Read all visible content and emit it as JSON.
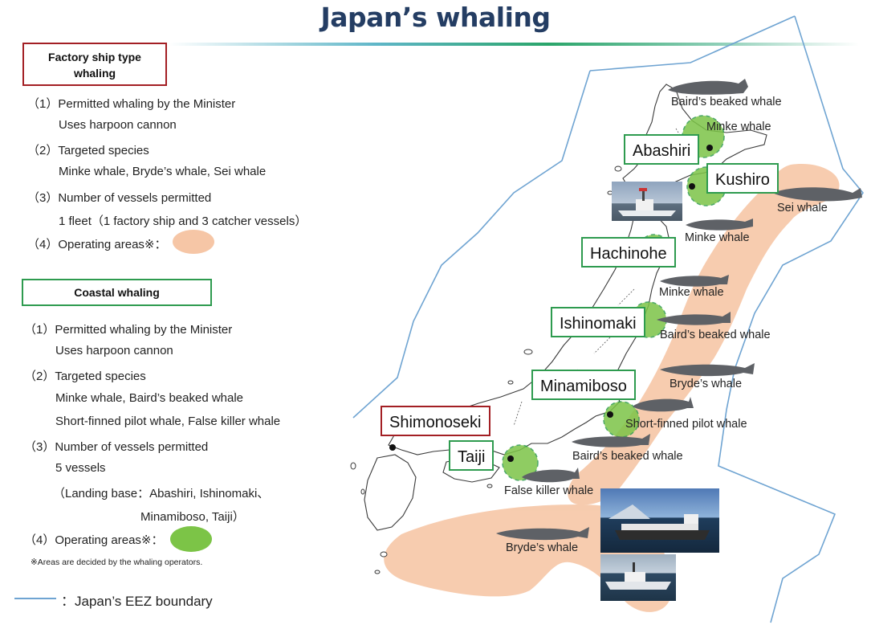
{
  "title": "Japan’s whaling",
  "factory": {
    "heading": "Factory ship type whaling",
    "lines": [
      "（1）Permitted whaling by the Minister",
      "Uses harpoon cannon",
      "（2）Targeted species",
      "Minke whale, Bryde’s whale, Sei whale",
      "（3）Number of vessels permitted",
      "1 fleet（1 factory ship and 3 catcher vessels）",
      "（4）Operating areas※："
    ],
    "area_color": "#f6c6a6"
  },
  "coastal": {
    "heading": "Coastal whaling",
    "lines": [
      "（1）Permitted whaling by the Minister",
      "Uses harpoon cannon",
      "（2）Targeted species",
      "Minke whale, Baird’s beaked whale",
      "Short-finned pilot whale, False killer whale",
      "（3）Number of vessels permitted",
      "5 vessels",
      "（Landing base：Abashiri, Ishinomaki、",
      "Minamiboso, Taiji）",
      "（4）Operating areas※："
    ],
    "area_color": "#7cc447",
    "note": "※Areas are decided by the whaling operators."
  },
  "legend": {
    "eez_label": "：Japan’s EEZ boundary",
    "eez_color": "#6fa4d2"
  },
  "places": {
    "abashiri": "Abashiri",
    "kushiro": "Kushiro",
    "hachinohe": "Hachinohe",
    "ishinomaki": "Ishinomaki",
    "minamiboso": "Minamiboso",
    "shimonoseki": "Shimonoseki",
    "taiji": "Taiji"
  },
  "whales": {
    "bairds_north": "Baird’s beaked whale",
    "minke_abashiri": "Minke whale",
    "sei": "Sei whale",
    "minke_kushiro": "Minke whale",
    "minke_hachinohe": "Minke whale",
    "bairds_ishinomaki": "Baird’s beaked whale",
    "brydes_east": "Bryde’s whale",
    "pilot": "Short-finned pilot whale",
    "bairds_boso": "Baird’s beaked whale",
    "false_killer": "False killer whale",
    "brydes_south": "Bryde’s whale"
  }
}
